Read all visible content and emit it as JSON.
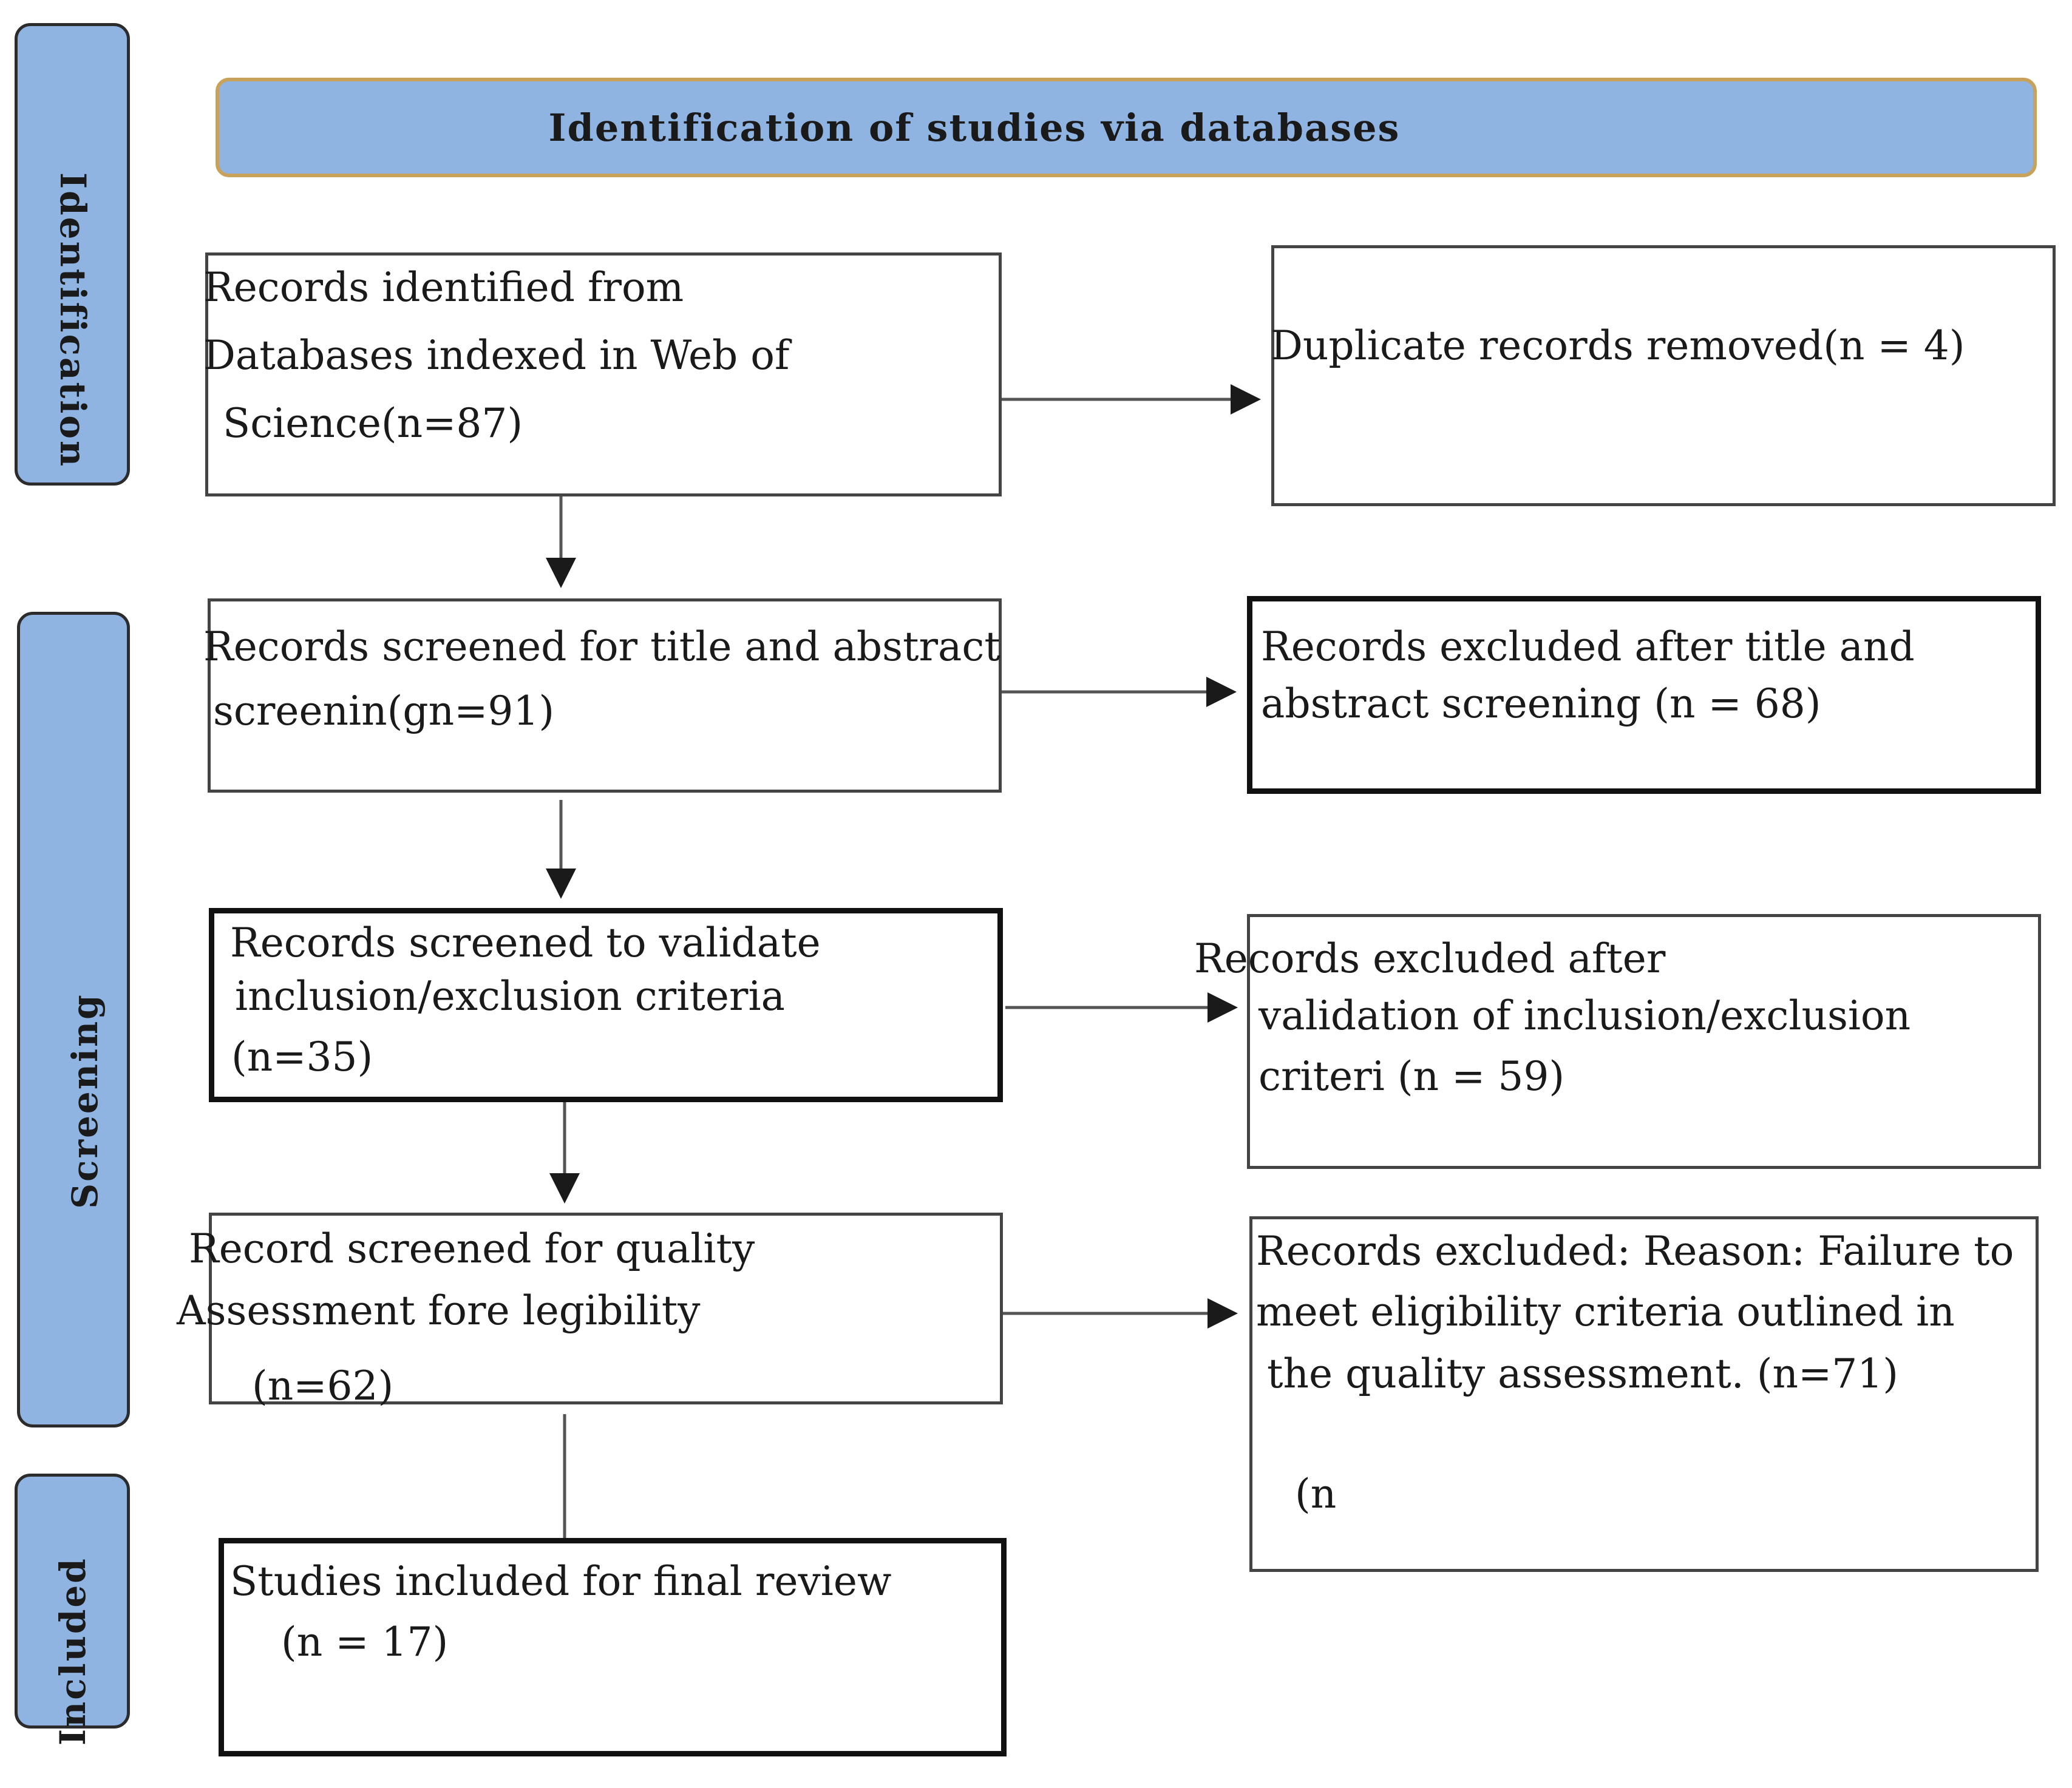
{
  "sidebar": {
    "identification": "Identification",
    "screening": "Screening",
    "included": "Included"
  },
  "header": {
    "title": "Identification of studies via databases"
  },
  "boxes": {
    "records_identified": [
      "Records identified from",
      "Databases indexed in Web of",
      "Science(n=87)"
    ],
    "duplicates_removed": [
      "Duplicate records removed(n = 4)"
    ],
    "screened_title_abstract": [
      "Records screened for title and abstract",
      "screenin(gn=91)"
    ],
    "excluded_title_abstract": [
      "Records excluded after title and",
      "abstract screening (n = 68)"
    ],
    "screened_validate": [
      "Records screened to validate",
      "inclusion/exclusion criteria",
      "(n=35)"
    ],
    "excluded_validation": [
      "Records excluded after",
      "validation of inclusion/exclusion",
      "criteri (n = 59)"
    ],
    "screened_quality": [
      "Record screened for quality",
      "Assessment  fore legibility",
      "(n=62)"
    ],
    "excluded_quality": [
      "Records excluded: Reason: Failure to",
      "meet eligibility criteria outlined in",
      "the quality assessment.  (n=71)",
      "(n"
    ],
    "included_final": [
      "Studies included for final review",
      "(n = 17)"
    ]
  },
  "colors": {
    "header_fill": "#8fb4e2",
    "header_border": "#c8a25a",
    "sidebar_fill": "#8fb4e2",
    "border": "#111111"
  }
}
